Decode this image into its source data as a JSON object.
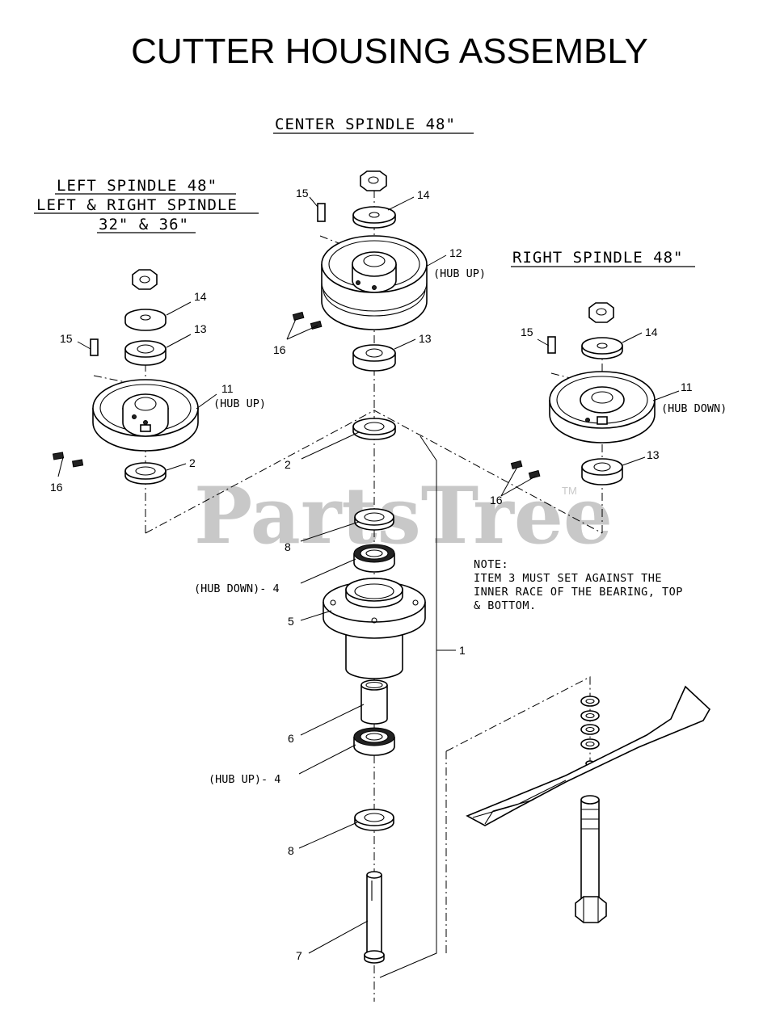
{
  "title": "CUTTER HOUSING ASSEMBLY",
  "headers": {
    "center": "CENTER SPINDLE 48\"",
    "left_line1": "LEFT SPINDLE 48\"",
    "left_line2": "LEFT & RIGHT SPINDLE",
    "left_line3": "32\" & 36\"",
    "right": "RIGHT SPINDLE 48\""
  },
  "labels": {
    "hub_up_paren": "(HUB UP)",
    "hub_down_paren": "(HUB DOWN)",
    "hub_down_4": "(HUB DOWN)- 4",
    "hub_up_4": "(HUB UP)- 4"
  },
  "callouts": {
    "n1": "1",
    "n2": "2",
    "n5": "5",
    "n6": "6",
    "n7": "7",
    "n8": "8",
    "n11": "11",
    "n12": "12",
    "n13": "13",
    "n14": "14",
    "n15": "15",
    "n16": "16"
  },
  "note": {
    "line1": "NOTE:",
    "line2": "ITEM 3 MUST SET AGAINST THE",
    "line3": "INNER RACE OF THE BEARING, TOP",
    "line4": "& BOTTOM."
  },
  "watermark": {
    "text": "PartsTree",
    "tm": "TM"
  }
}
